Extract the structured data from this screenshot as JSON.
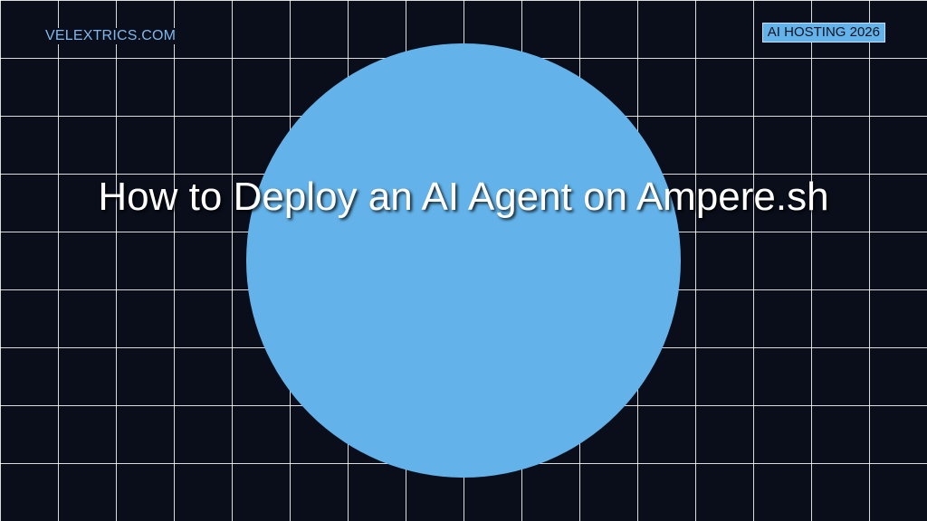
{
  "brand": {
    "site_name": "VELEXTRICS.COM",
    "color": "#7fb8ee"
  },
  "badge": {
    "label": "AI HOSTING 2026",
    "background": "#63b3ea"
  },
  "hero": {
    "title": "How to Deploy an AI Agent on Ampere.sh",
    "circle_color": "#63b3ea",
    "background_color": "#090e1a",
    "grid_color": "#ffffff"
  }
}
